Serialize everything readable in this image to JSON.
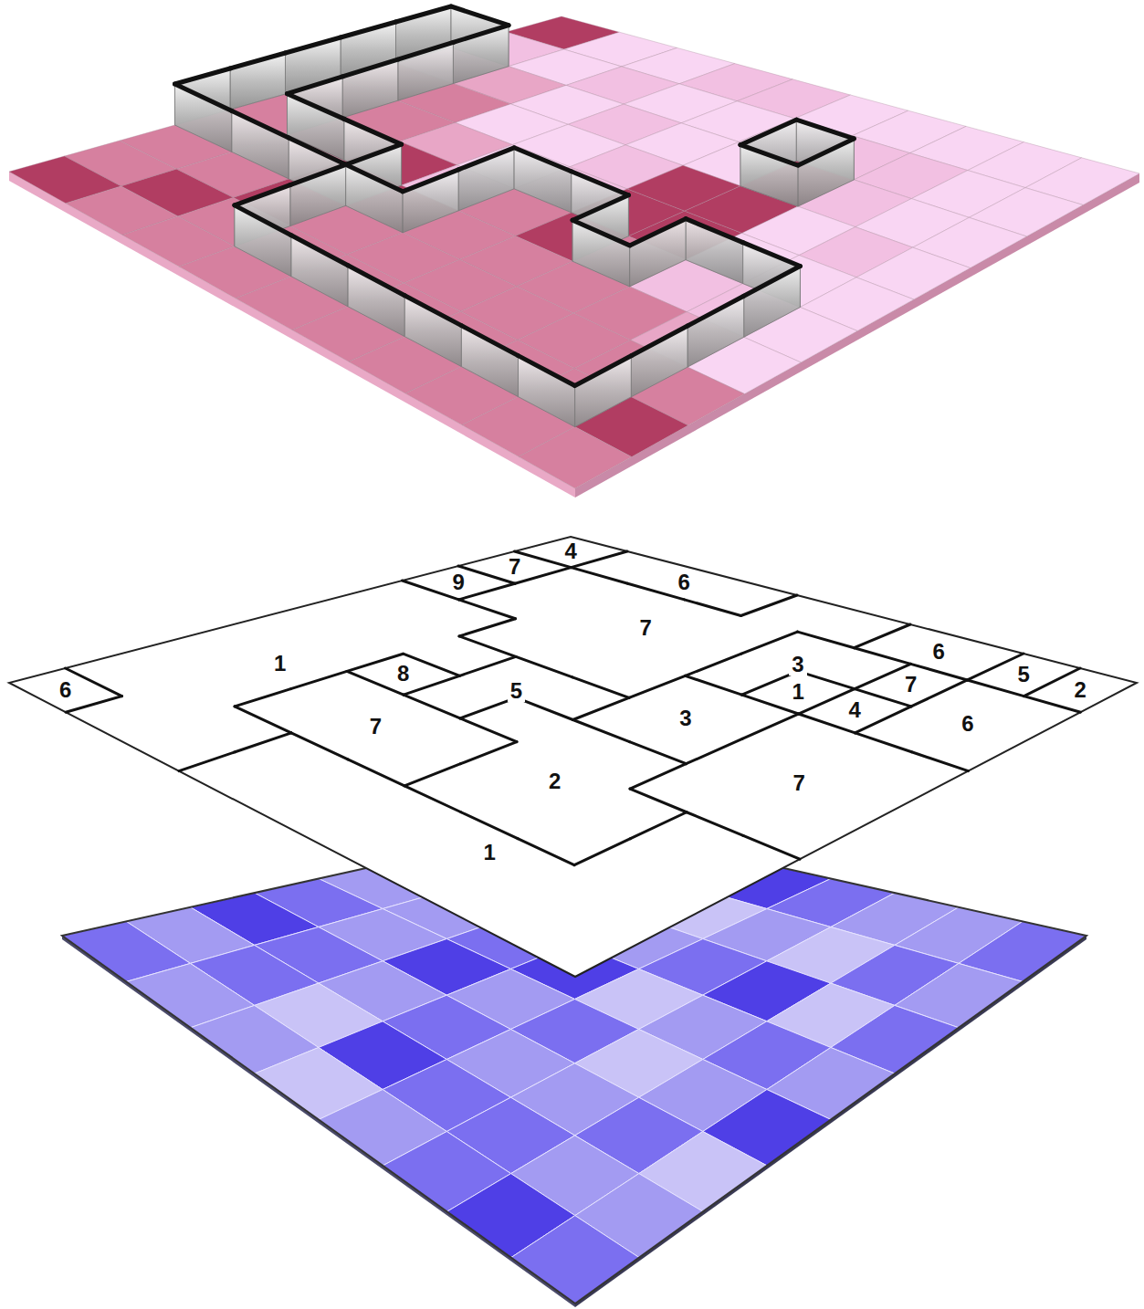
{
  "diagram": {
    "labels": [
      "4",
      "7",
      "9",
      "6",
      "7",
      "6",
      "5",
      "2",
      "3",
      "1",
      "4",
      "7",
      "6",
      "3",
      "5",
      "8",
      "1",
      "6",
      "7",
      "2",
      "7",
      "1"
    ]
  }
}
